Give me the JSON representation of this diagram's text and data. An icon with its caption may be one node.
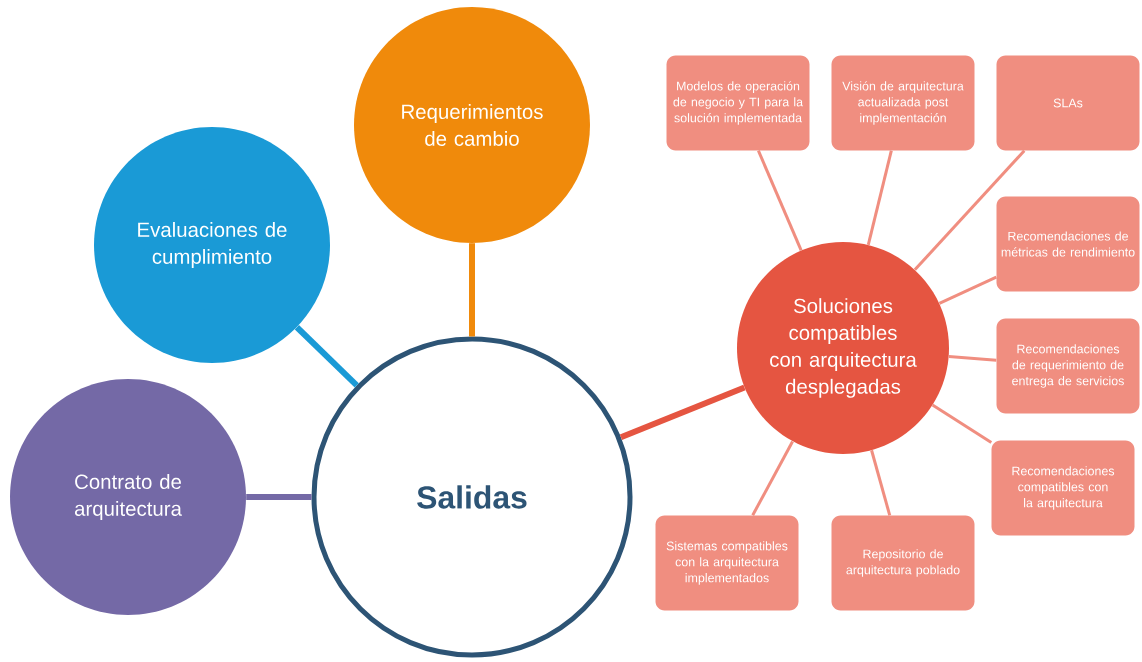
{
  "diagram": {
    "nodes": [
      {
        "text": [
          "Salidas"
        ]
      },
      {
        "text": [
          "Requerimientos de cambio"
        ]
      },
      {
        "text": [
          "Evaluaciones de cumplimiento"
        ]
      },
      {
        "text": [
          "Contrato de arquitectura"
        ]
      },
      {
        "text": [
          "Soluciones compatibles con arquitectura desplegadas"
        ]
      },
      {
        "text": [
          "Modelos de operación de negocio y TI para la solución implementada"
        ]
      },
      {
        "text": [
          "Visión de arquitectura actualizada post implementación"
        ]
      },
      {
        "text": [
          "SLAs"
        ]
      },
      {
        "text": [
          "Recomendaciones de métricas de rendimiento"
        ]
      },
      {
        "text": [
          "Recomendaciones de requerimiento de entrega de servicios"
        ]
      },
      {
        "text": [
          "Recomendaciones compatibles con la arquitectura"
        ]
      },
      {
        "text": [
          "Repositorio de arquitectura poblado"
        ]
      },
      {
        "text": [
          "Sistemas compatibles con la arquitectura implementados"
        ]
      }
    ],
    "edges": [
      {
        "from": 0,
        "to": 1,
        "arrow": "none",
        "style": "thick",
        "color": "#f08a0b"
      },
      {
        "from": 0,
        "to": 2,
        "arrow": "none",
        "style": "thick",
        "color": "#1a9ad6"
      },
      {
        "from": 0,
        "to": 3,
        "arrow": "none",
        "style": "thick",
        "color": "#7469a6"
      },
      {
        "from": 0,
        "to": 4,
        "arrow": "none",
        "style": "thick",
        "color": "#e55541"
      },
      {
        "from": 4,
        "to": 5,
        "arrow": "none"
      },
      {
        "from": 4,
        "to": 6,
        "arrow": "none"
      },
      {
        "from": 4,
        "to": 7,
        "arrow": "none"
      },
      {
        "from": 4,
        "to": 8,
        "arrow": "none"
      },
      {
        "from": 4,
        "to": 9,
        "arrow": "none"
      },
      {
        "from": 4,
        "to": 10,
        "arrow": "none"
      },
      {
        "from": 4,
        "to": 11,
        "arrow": "none"
      },
      {
        "from": 4,
        "to": 12,
        "arrow": "none"
      }
    ]
  }
}
